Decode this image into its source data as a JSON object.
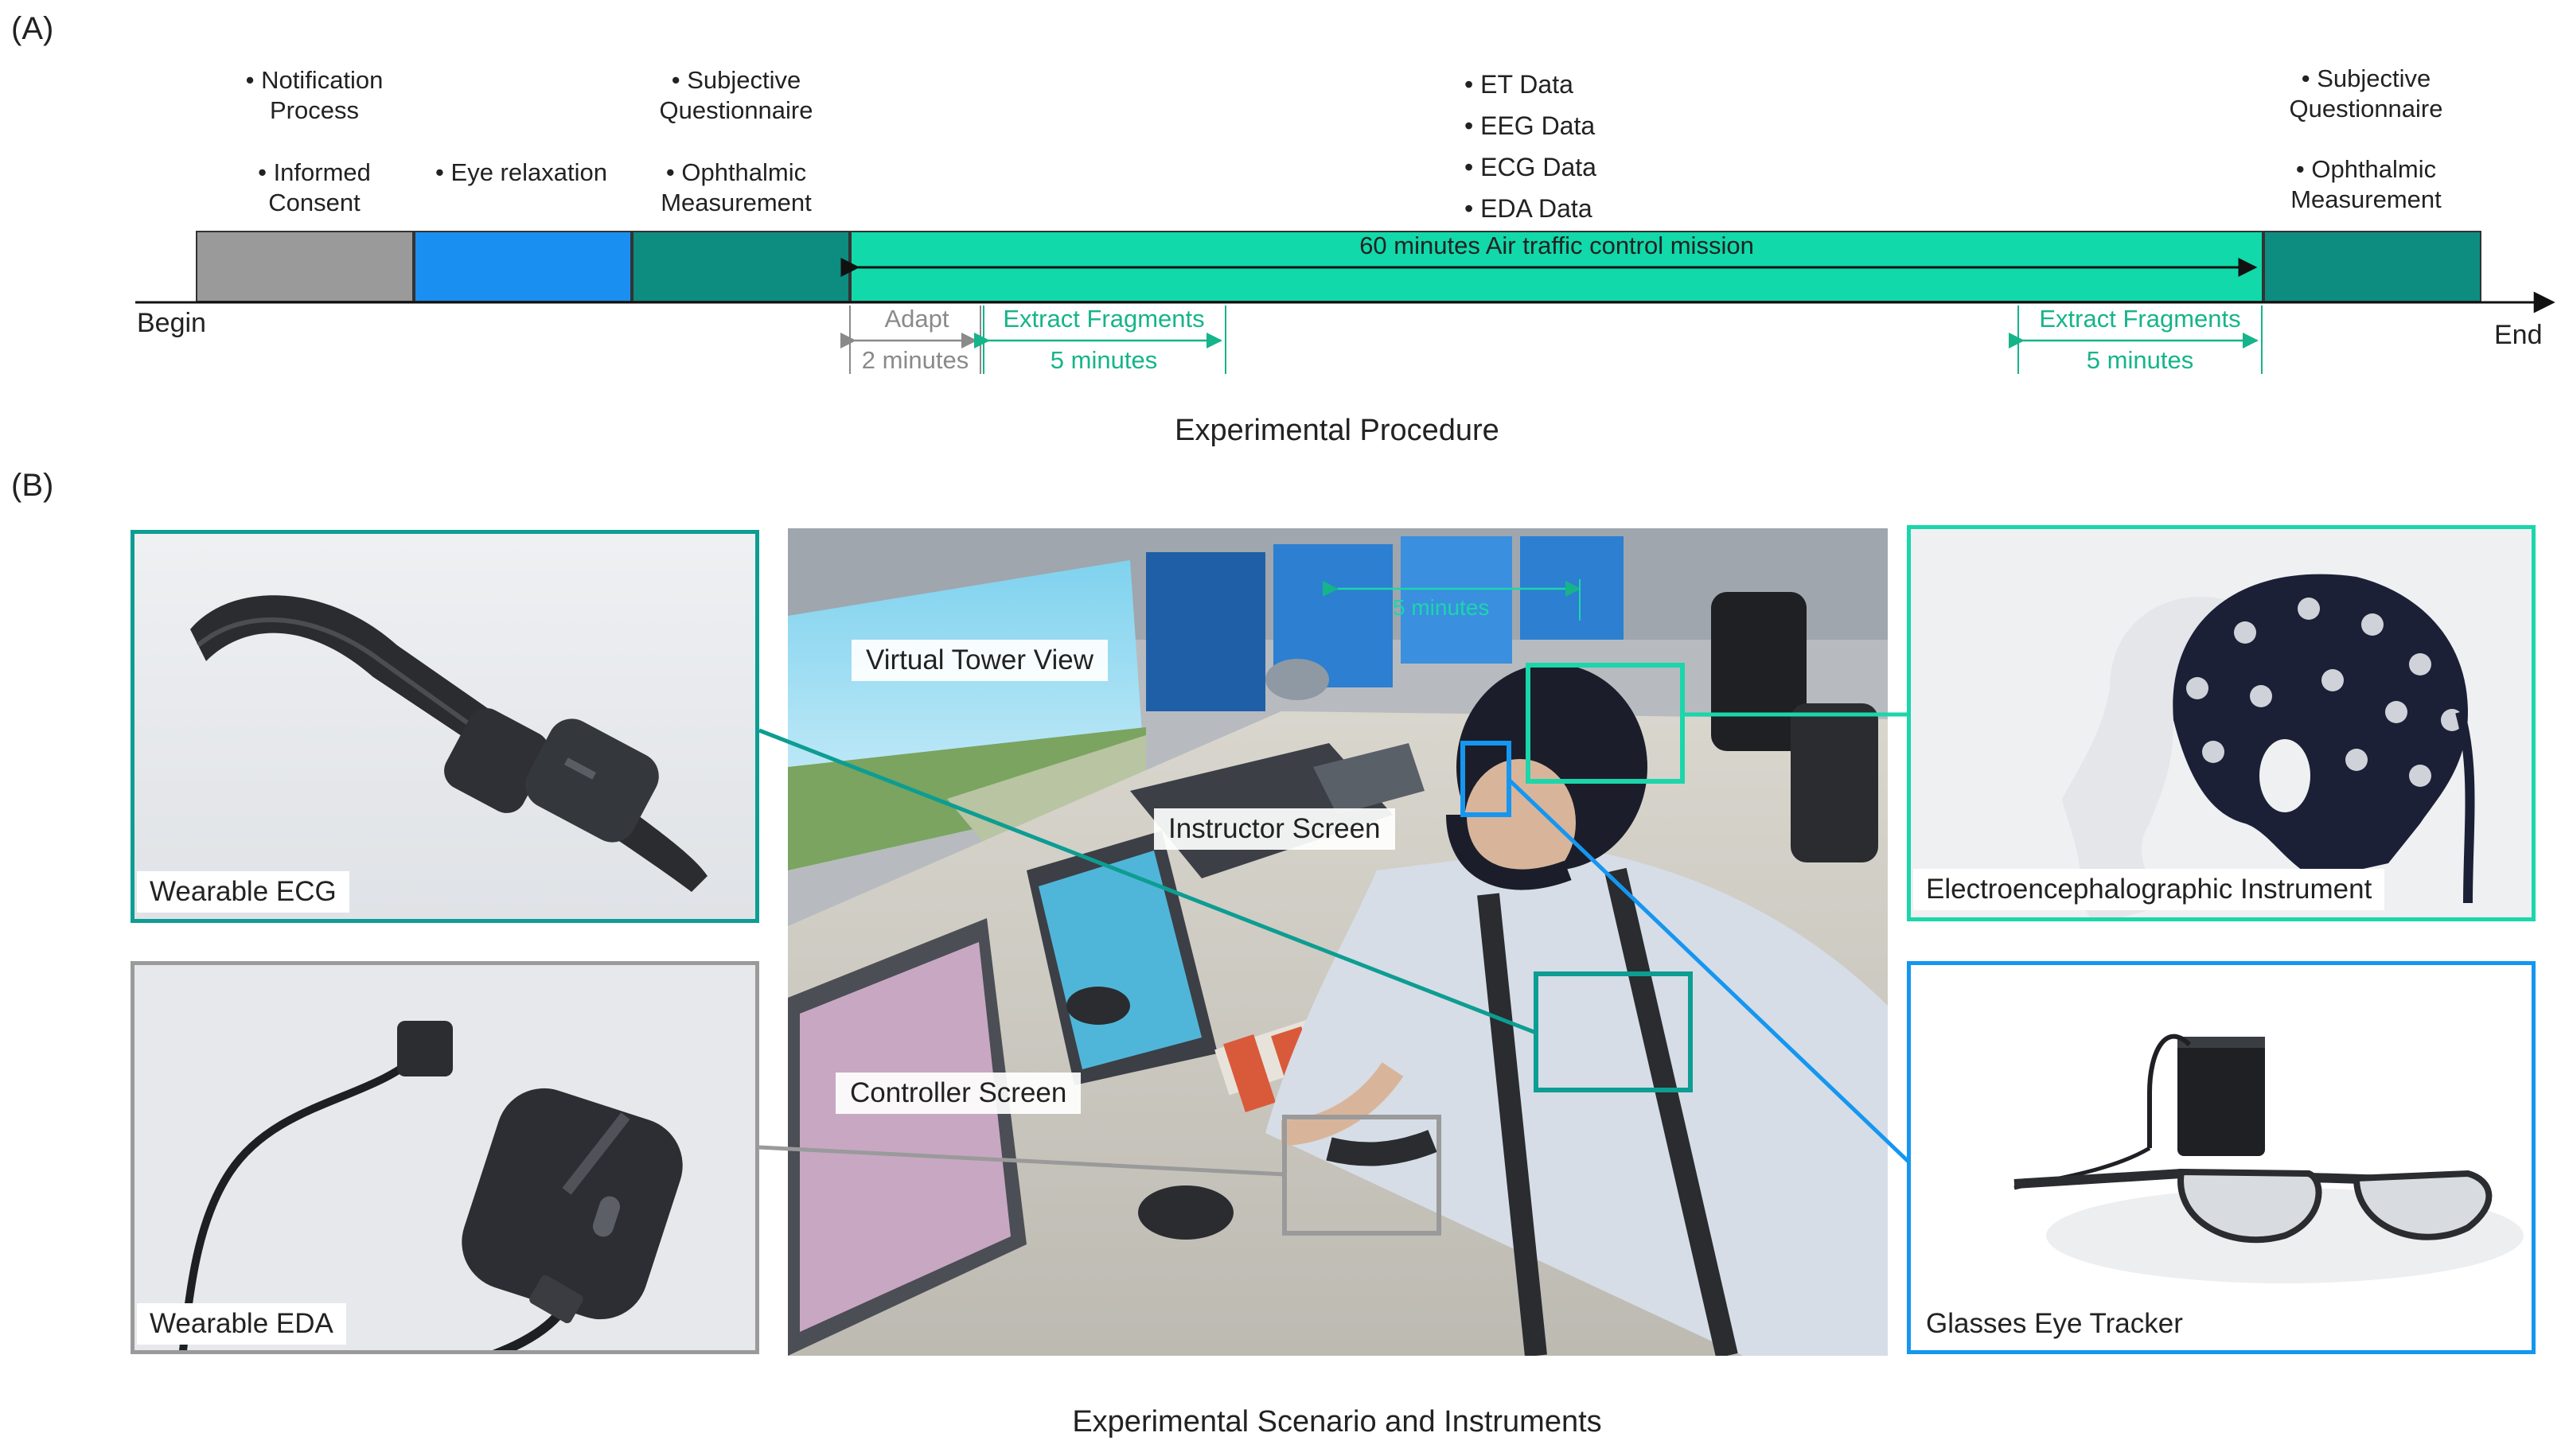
{
  "panels": {
    "a": "(A)",
    "b": "(B)"
  },
  "timeline": {
    "begin": "Begin",
    "end": "End",
    "bullet": "•",
    "notes": {
      "notification": [
        "Notification",
        "Process"
      ],
      "informed": [
        "Informed",
        "Consent"
      ],
      "eye_relax": "Eye relaxation",
      "subjective1": [
        "Subjective",
        "Questionnaire"
      ],
      "ophthalmic1": [
        "Ophthalmic",
        "Measurement"
      ],
      "data": [
        "ET Data",
        "EEG Data",
        "ECG Data",
        "EDA Data"
      ],
      "subjective2": [
        "Subjective",
        "Questionnaire"
      ],
      "ophthalmic2": [
        "Ophthalmic",
        "Measurement"
      ]
    },
    "mission_label": "60 minutes Air traffic control mission",
    "adapt": {
      "label": "Adapt",
      "duration": "2 minutes"
    },
    "extract_left": {
      "label": "Extract Fragments",
      "duration": "5 minutes"
    },
    "extract_right": {
      "label": "Extract Fragments",
      "duration": "5 minutes"
    },
    "colors": {
      "grey": "#9a9a9a",
      "blue": "#1a8ff2",
      "teal": "#0d8c80",
      "mint": "#11d9aa",
      "mint_text": "#16b48a"
    }
  },
  "caption_a": "Experimental Procedure",
  "instruments": {
    "ecg": "Wearable ECG",
    "eda": "Wearable EDA",
    "eeg": "Electroencephalographic Instrument",
    "eye_tracker": "Glasses Eye Tracker"
  },
  "scene": {
    "tower_view": "Virtual Tower View",
    "instructor": "Instructor Screen",
    "controller": "Controller Screen",
    "photo_overlay": "5 minutes"
  },
  "caption_b": "Experimental Scenario and Instruments"
}
